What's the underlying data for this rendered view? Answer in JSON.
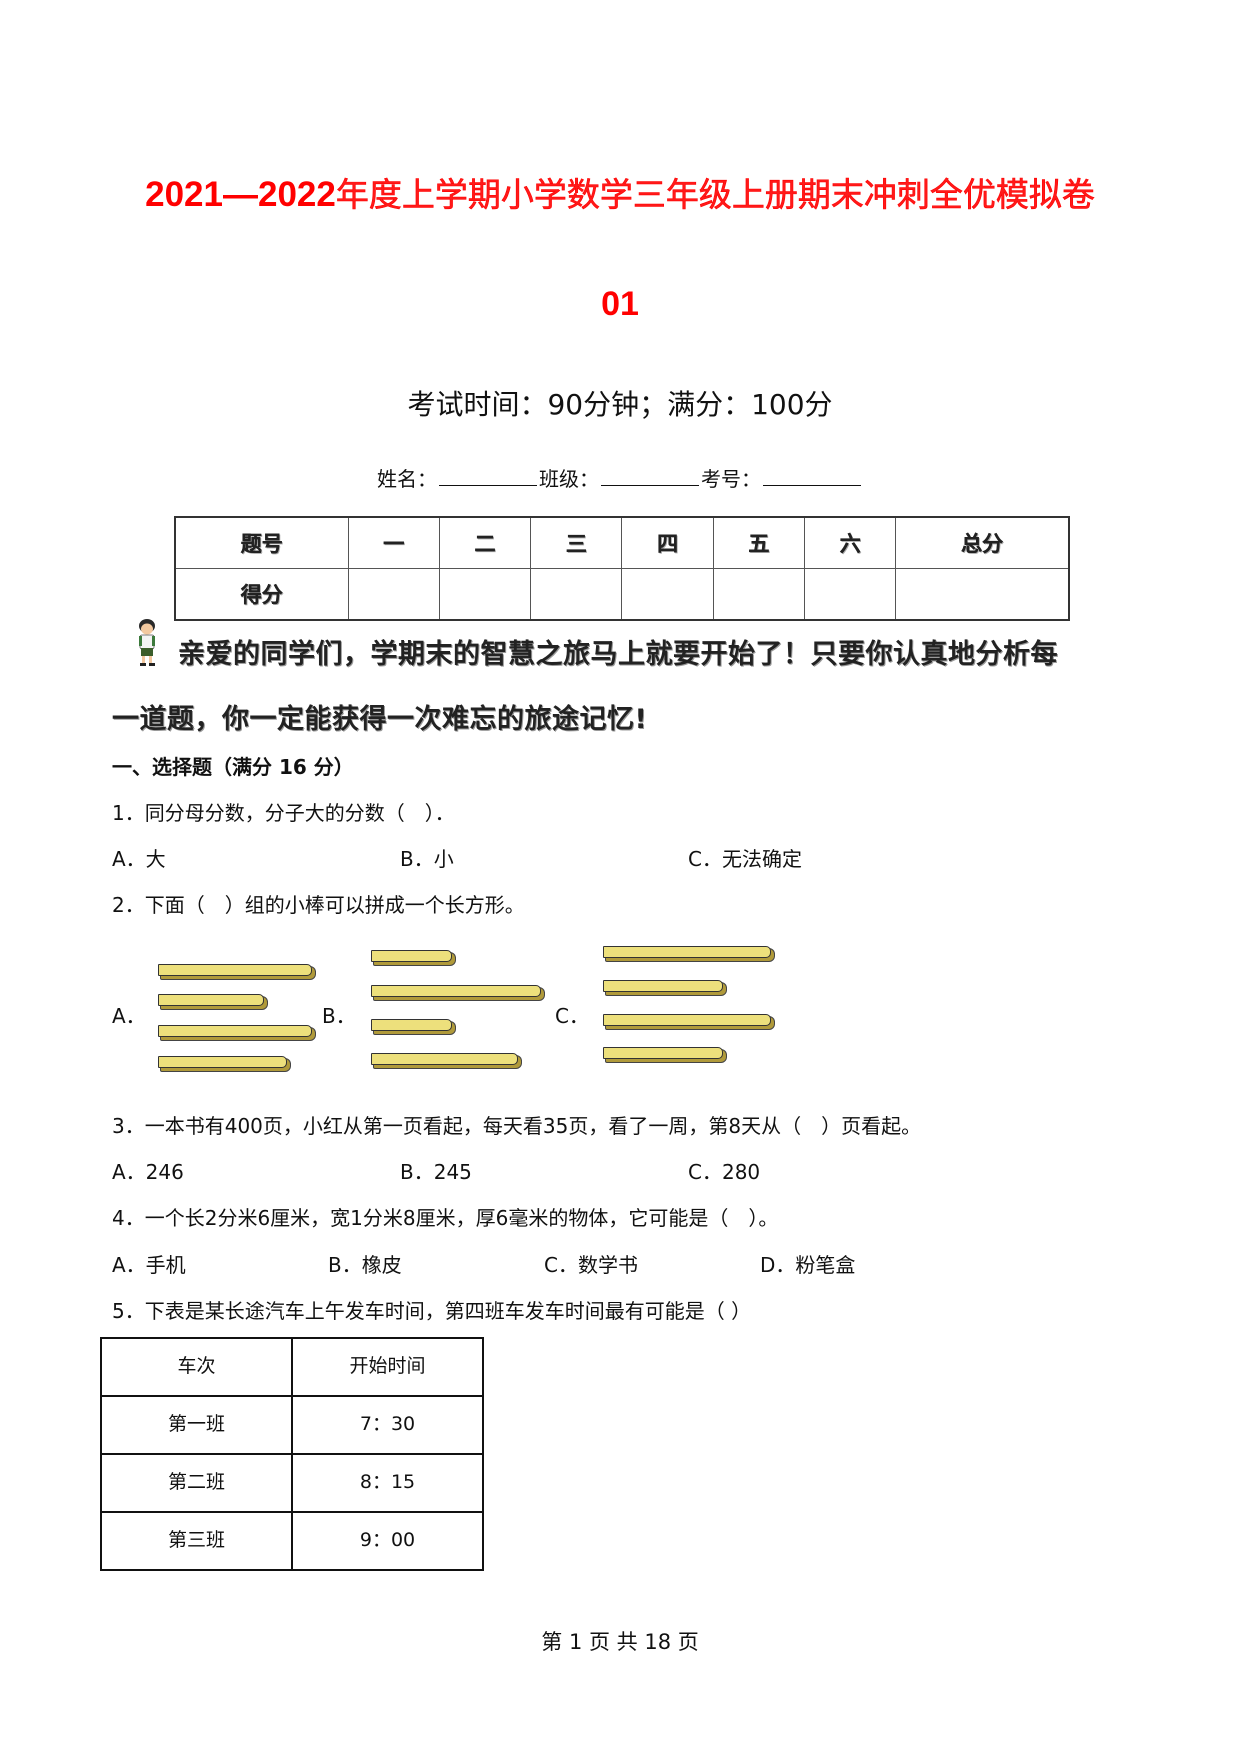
{
  "header": {
    "title_year": "2021—2022",
    "title_text": "年度上学期小学数学三年级上册期末冲刺全优模拟卷",
    "title_line2": "01",
    "title_color": "#ff0000",
    "subtitle": "考试时间：90分钟；满分：100分",
    "info": {
      "name_label": "姓名：",
      "class_label": "班级：",
      "id_label": "考号："
    }
  },
  "score_table": {
    "header_row": [
      "题号",
      "一",
      "二",
      "三",
      "四",
      "五",
      "六",
      "总分"
    ],
    "score_row_label": "得分",
    "score_cells": [
      "",
      "",
      "",
      "",
      "",
      "",
      ""
    ]
  },
  "intro": {
    "line1": "亲爱的同学们，学期末的智慧之旅马上就要开始了！只要你认真地分析每",
    "line2": "一道题，你一定能获得一次难忘的旅途记忆!"
  },
  "section1": {
    "title": "一、选择题（满分 16 分）"
  },
  "questions": [
    {
      "text": "1．同分母分数，分子大的分数（　）．",
      "options": [
        "A．大",
        "B．小",
        "C．无法确定"
      ]
    },
    {
      "text": "2．下面（　）组的小棒可以拼成一个长方形。",
      "options": [
        "A．",
        "B．",
        "C．"
      ]
    },
    {
      "text": "3．一本书有400页，小红从第一页看起，每天看35页，看了一周，第8天从（　）页看起。",
      "options": [
        "A．246",
        "B．245",
        "C．280"
      ]
    },
    {
      "text": "4．一个长2分米6厘米，宽1分米8厘米，厚6毫米的物体，它可能是（　）。",
      "options": [
        "A．手机",
        "B．橡皮",
        "C．数学书",
        "D．粉笔盒"
      ]
    },
    {
      "text": "5．下表是某长途汽车上午发车时间，第四班车发车时间最有可能是（ ）"
    }
  ],
  "bus_table": {
    "headers": [
      "车次",
      "开始时间"
    ],
    "rows": [
      [
        "第一班",
        "7：30"
      ],
      [
        "第二班",
        "8：15"
      ],
      [
        "第三班",
        "9：00"
      ]
    ]
  },
  "footer": {
    "page_text": "第 1 页 共 18 页"
  }
}
